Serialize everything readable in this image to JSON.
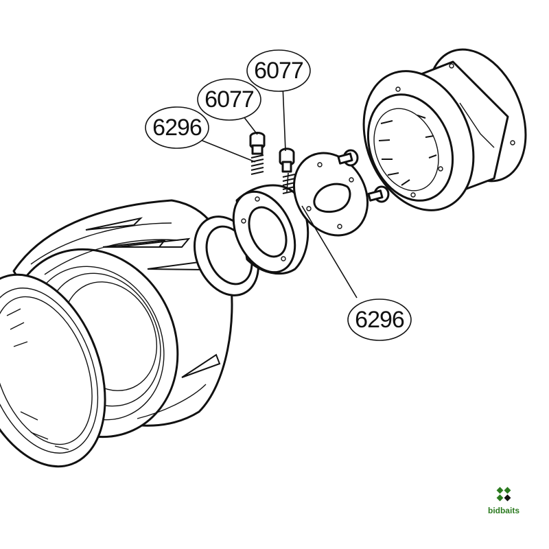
{
  "diagram": {
    "callouts": [
      {
        "id": "upper-left-6077",
        "label": "6077"
      },
      {
        "id": "upper-right-6077",
        "label": "6077"
      },
      {
        "id": "left-6296",
        "label": "6296"
      },
      {
        "id": "lower-right-6296",
        "label": "6296"
      }
    ]
  },
  "logo": {
    "text": "bidbaits",
    "color": "#2b7a1f"
  },
  "colors": {
    "line": "#111111",
    "background": "#ffffff"
  }
}
